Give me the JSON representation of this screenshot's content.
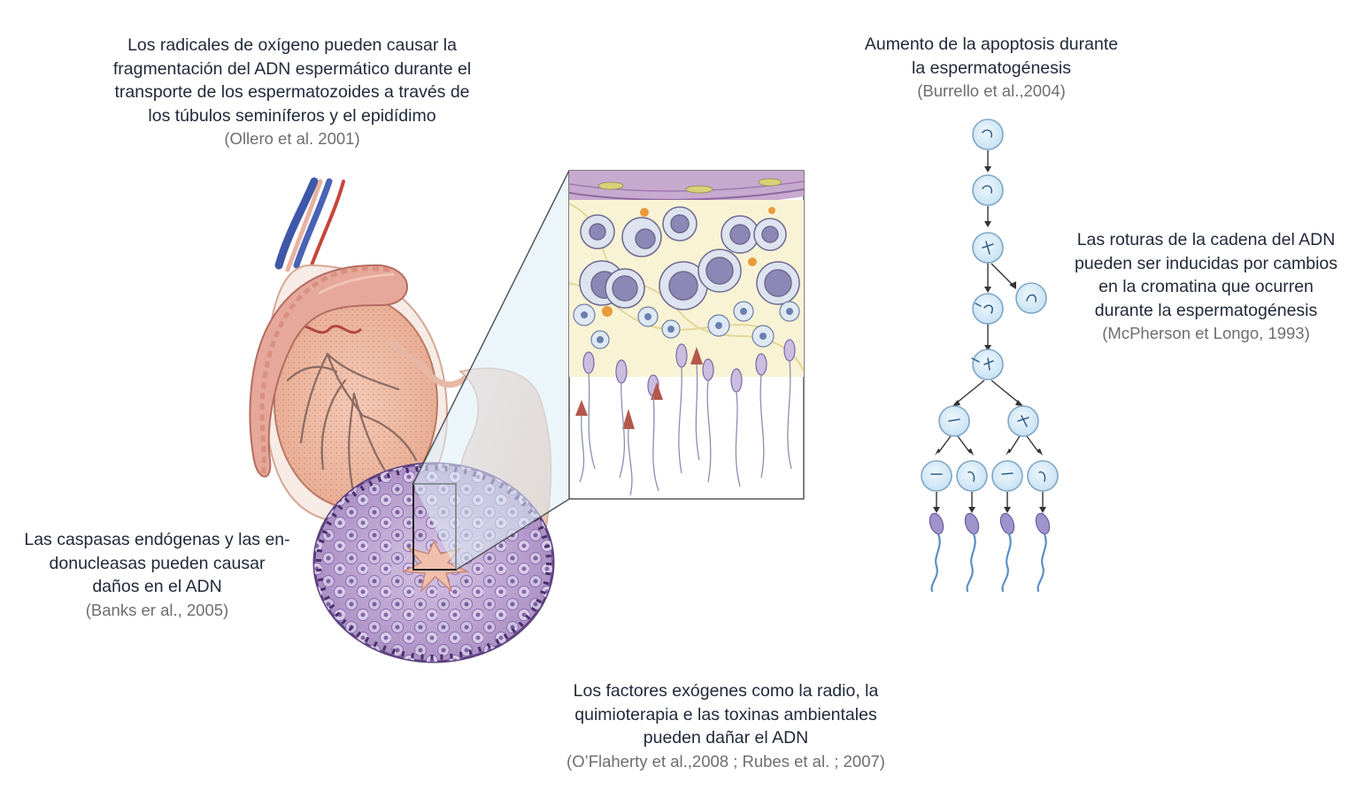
{
  "captions": {
    "oxygen": {
      "lines": [
        "Los radicales de oxígeno pueden causar la",
        "fragmentación del ADN espermático durante el",
        "transporte de los espermatozoides a través de",
        "los túbulos seminíferos y el epidídimo"
      ],
      "citation": "(Ollero et al. 2001)"
    },
    "apoptosis": {
      "lines": [
        "Aumento de la apoptosis durante",
        "la espermatogénesis"
      ],
      "citation": "(Burrello et al.,2004)"
    },
    "breaks": {
      "lines": [
        "Las roturas de la cadena del ADN",
        "pueden ser inducidas por cambios",
        "en la cromatina que ocurren",
        "durante la espermatogénesis"
      ],
      "citation": "(McPherson et Longo, 1993)"
    },
    "caspases": {
      "lines": [
        "Las caspasas endógenas y las en-",
        "donucleasas pueden causar",
        "daños en el ADN"
      ],
      "citation": "(Banks er al., 2005)"
    },
    "exogenous": {
      "lines": [
        "Los factores exógenes como la radio, la",
        "quimioterapia e las toxinas ambientales",
        "pueden dañar el ADN"
      ],
      "citation": "(O’Flaherty et al.,2008 ; Rubes et al. ; 2007)"
    }
  },
  "colors": {
    "text": "#222a3a",
    "citation": "#6e6e6e",
    "tubule": "#b9a3cf",
    "epididymis": "#e2a79b",
    "cell_fill": "#d6eaf7",
    "cell_stroke": "#7fa6c6",
    "sperm_tail": "#5d8fc5"
  },
  "icons": {
    "testis": "testis-illustration",
    "tubule": "seminiferous-tubule-cross-section",
    "magnified": "seminiferous-epithelium-magnified",
    "lineage": "spermatogenesis-cell-lineage"
  }
}
